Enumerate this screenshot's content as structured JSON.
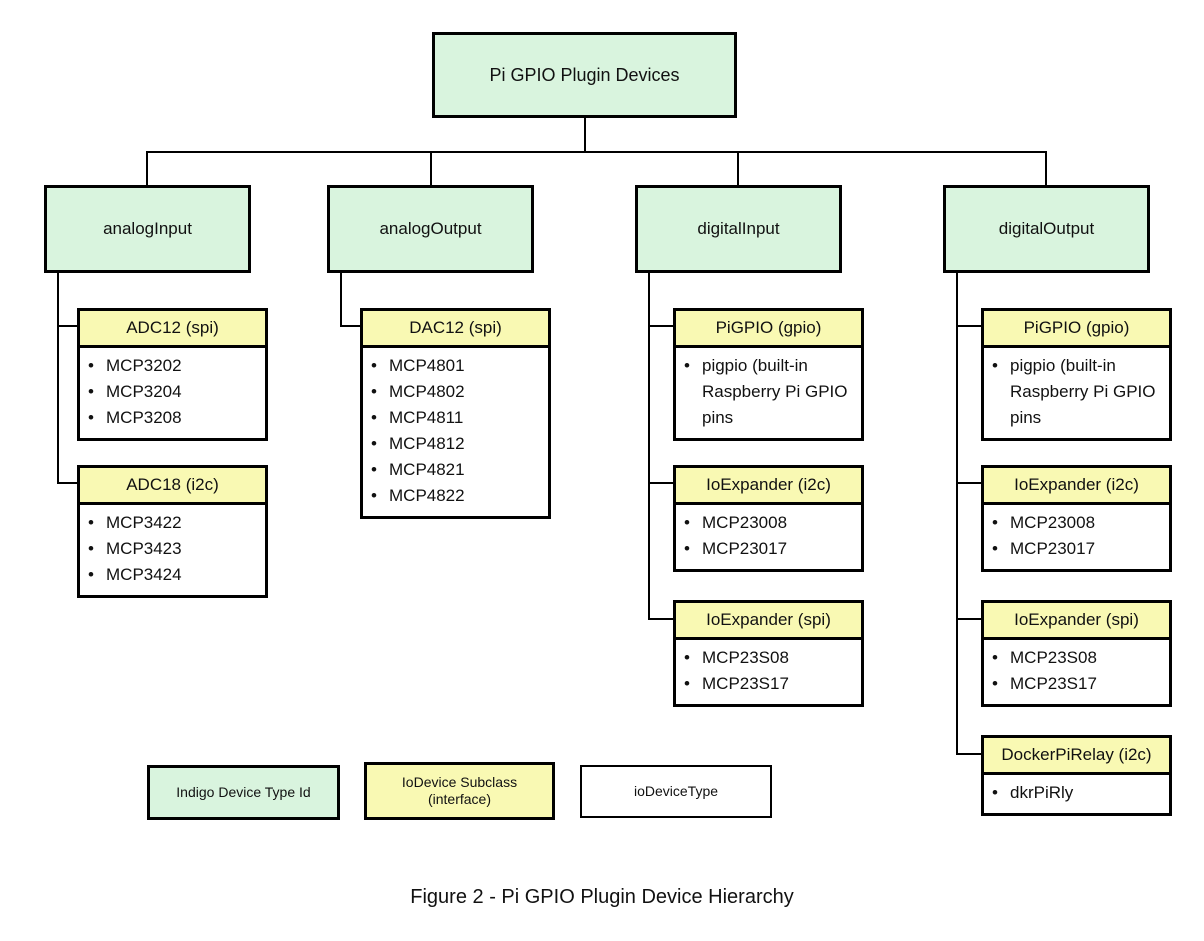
{
  "figure": {
    "root_label": "Pi GPIO Plugin Devices",
    "caption": "Figure 2 - Pi GPIO Plugin Device Hierarchy"
  },
  "ui": {
    "bullet": "•"
  },
  "colors": {
    "node_green": "#d9f4de",
    "header_yellow": "#f9f9b3",
    "line_black": "#000000",
    "page_bg": "#ffffff"
  },
  "columns": [
    {
      "label": "analogInput",
      "subclasses": [
        {
          "header": "ADC12 (spi)",
          "items": [
            "MCP3202",
            "MCP3204",
            "MCP3208"
          ]
        },
        {
          "header": "ADC18 (i2c)",
          "items": [
            "MCP3422",
            "MCP3423",
            "MCP3424"
          ]
        }
      ]
    },
    {
      "label": "analogOutput",
      "subclasses": [
        {
          "header": "DAC12 (spi)",
          "items": [
            "MCP4801",
            "MCP4802",
            "MCP4811",
            "MCP4812",
            "MCP4821",
            "MCP4822"
          ]
        }
      ]
    },
    {
      "label": "digitalInput",
      "subclasses": [
        {
          "header": "PiGPIO (gpio)",
          "items": [
            "pigpio (built-in Raspberry Pi GPIO pins"
          ]
        },
        {
          "header": "IoExpander (i2c)",
          "items": [
            "MCP23008",
            "MCP23017"
          ]
        },
        {
          "header": "IoExpander (spi)",
          "items": [
            "MCP23S08",
            "MCP23S17"
          ]
        }
      ]
    },
    {
      "label": "digitalOutput",
      "subclasses": [
        {
          "header": "PiGPIO (gpio)",
          "items": [
            "pigpio (built-in Raspberry Pi GPIO pins"
          ]
        },
        {
          "header": "IoExpander (i2c)",
          "items": [
            "MCP23008",
            "MCP23017"
          ]
        },
        {
          "header": "IoExpander (spi)",
          "items": [
            "MCP23S08",
            "MCP23S17"
          ]
        },
        {
          "header": "DockerPiRelay (i2c)",
          "items": [
            "dkrPiRly"
          ]
        }
      ]
    }
  ],
  "legend": {
    "indigo_device_type": {
      "label": "Indigo Device Type Id"
    },
    "iodevice_subclass": {
      "line1": "IoDevice Subclass",
      "line2": "(interface)"
    },
    "iodevice_type": {
      "label": "ioDeviceType"
    }
  }
}
